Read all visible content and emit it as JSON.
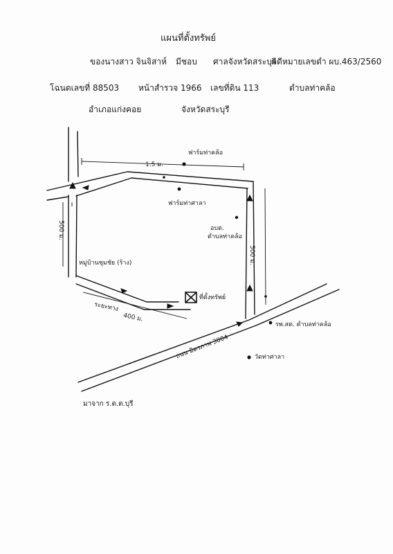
{
  "title": "แผนที่ตั้งทรัพย์",
  "header": {
    "line1": {
      "owner": "ของนางสาว จินจิสาห์",
      "case_label": "มีชอบ",
      "court": "ศาลจังหวัดสระบุรี",
      "case_no": "คดีหมายเลขดำ ผบ.463/2560"
    },
    "line2": {
      "deed": "โฉนดเลขที่ 88503",
      "survey_page": "หน้าสำรวจ 1966",
      "land_no": "เลขที่ดิน 113",
      "subdistrict": "ตำบลท่าคล้อ"
    },
    "line3": {
      "district": "อำเภอแก่งคอย",
      "province": "จังหวัดสระบุรี"
    }
  },
  "labels": {
    "farm1": "ฟาร์มท่าคล้อ",
    "dist_top": "1.5 ม.",
    "farm2": "ฟาร์มท่าศาลา",
    "tambon_office_1": "อบต.",
    "tambon_office_2": "ตำบลท่าคล้อ",
    "dist_right": "500 ม.",
    "dist_left": "500 ม.",
    "village": "หมู่บ้านชุมชัย (ร้าง)",
    "dist_mid_1": "ระยะทาง",
    "dist_mid_2": "400 ม.",
    "property": "ที่ตั้งทรัพย์",
    "highway": "ถนน มิตรภาพ 3004",
    "hospital": "รพ.สต. ตำบลท่าคล้อ",
    "temple": "วัดท่าศาลา",
    "signature": "มาจาก ร.ต.ต.บุรี"
  }
}
